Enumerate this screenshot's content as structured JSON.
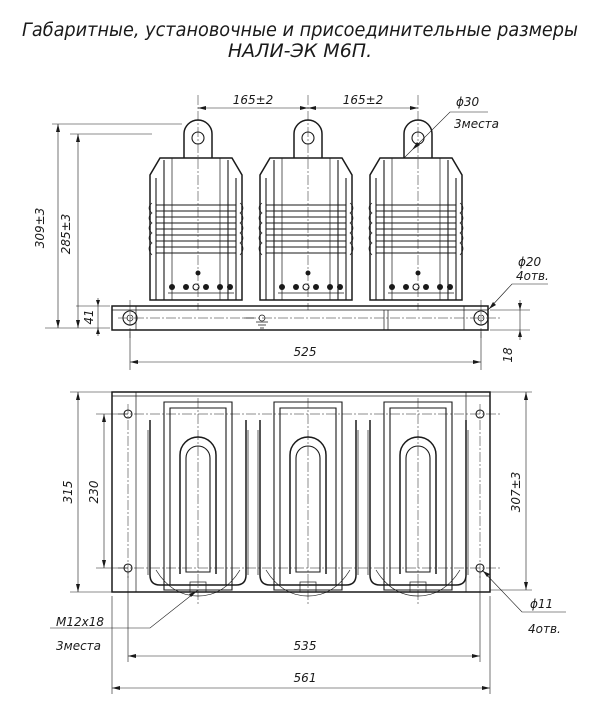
{
  "title": {
    "line1": "Габаритные, установочные и присоединительные размеры",
    "line2": "НАЛИ-ЭК М6П."
  },
  "dimensions": {
    "pitch_left": "165±2",
    "pitch_right": "165±2",
    "hole_d30": "ϕ30",
    "hole_d30_count": "3места",
    "height_309": "309±3",
    "height_285": "285±3",
    "base_41": "41",
    "hole_d20": "ϕ20",
    "hole_d20_count": "4отв.",
    "width_525": "525",
    "base_18": "18",
    "depth_315": "315",
    "depth_230": "230",
    "depth_307": "307±3",
    "hole_d11": "ϕ11",
    "hole_d11_count": "4отв.",
    "thread_m12": "М12х18",
    "thread_m12_count": "3места",
    "width_535": "535",
    "width_561": "561"
  }
}
